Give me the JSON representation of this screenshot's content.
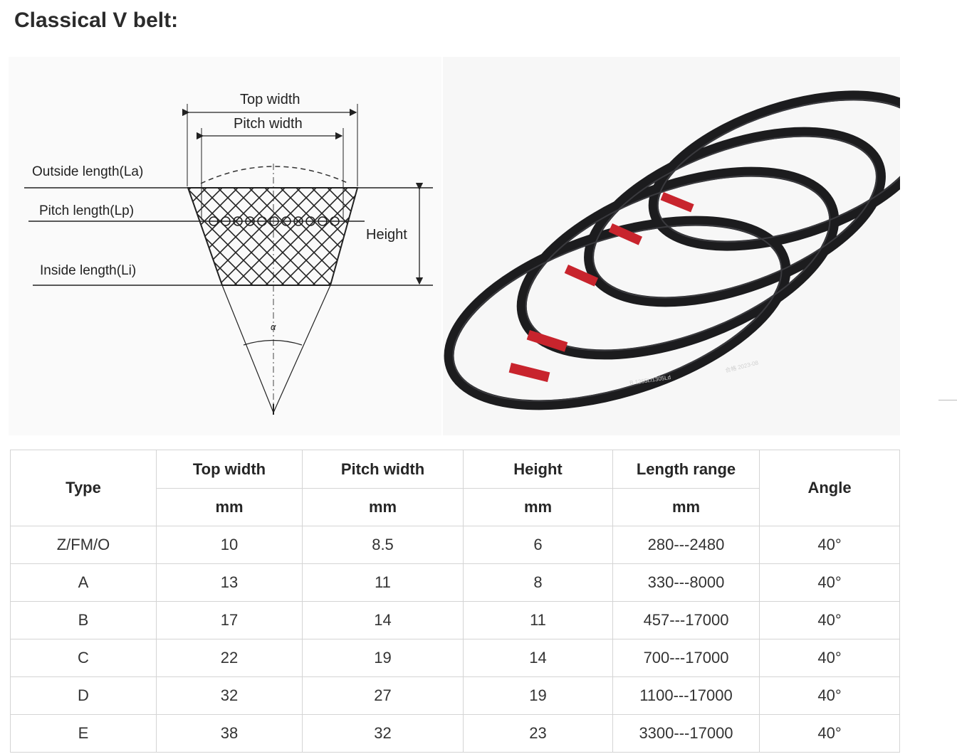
{
  "heading": "Classical V belt:",
  "diagram": {
    "labels": {
      "top_width": "Top width",
      "pitch_width": "Pitch width",
      "outside_length": "Outside length(La)",
      "pitch_length": "Pitch length(Lp)",
      "inside_length": "Inside length(Li)",
      "height": "Height",
      "angle_symbol": "α"
    }
  },
  "photo": {
    "belt_print_line1": "B 1265Li1305Ld",
    "belt_print_line2": "合格 2023-08"
  },
  "table": {
    "headers": [
      "Type",
      "Top width",
      "Pitch width",
      "Height",
      "Length range",
      "Angle"
    ],
    "units": [
      "mm",
      "mm",
      "mm",
      "mm"
    ],
    "rows": [
      [
        "Z/FM/O",
        "10",
        "8.5",
        "6",
        "280---2480",
        "40°"
      ],
      [
        "A",
        "13",
        "11",
        "8",
        "330---8000",
        "40°"
      ],
      [
        "B",
        "17",
        "14",
        "11",
        "457---17000",
        "40°"
      ],
      [
        "C",
        "22",
        "19",
        "14",
        "700---17000",
        "40°"
      ],
      [
        "D",
        "32",
        "27",
        "19",
        "1100---17000",
        "40°"
      ],
      [
        "E",
        "38",
        "32",
        "23",
        "3300---17000",
        "40°"
      ]
    ]
  }
}
